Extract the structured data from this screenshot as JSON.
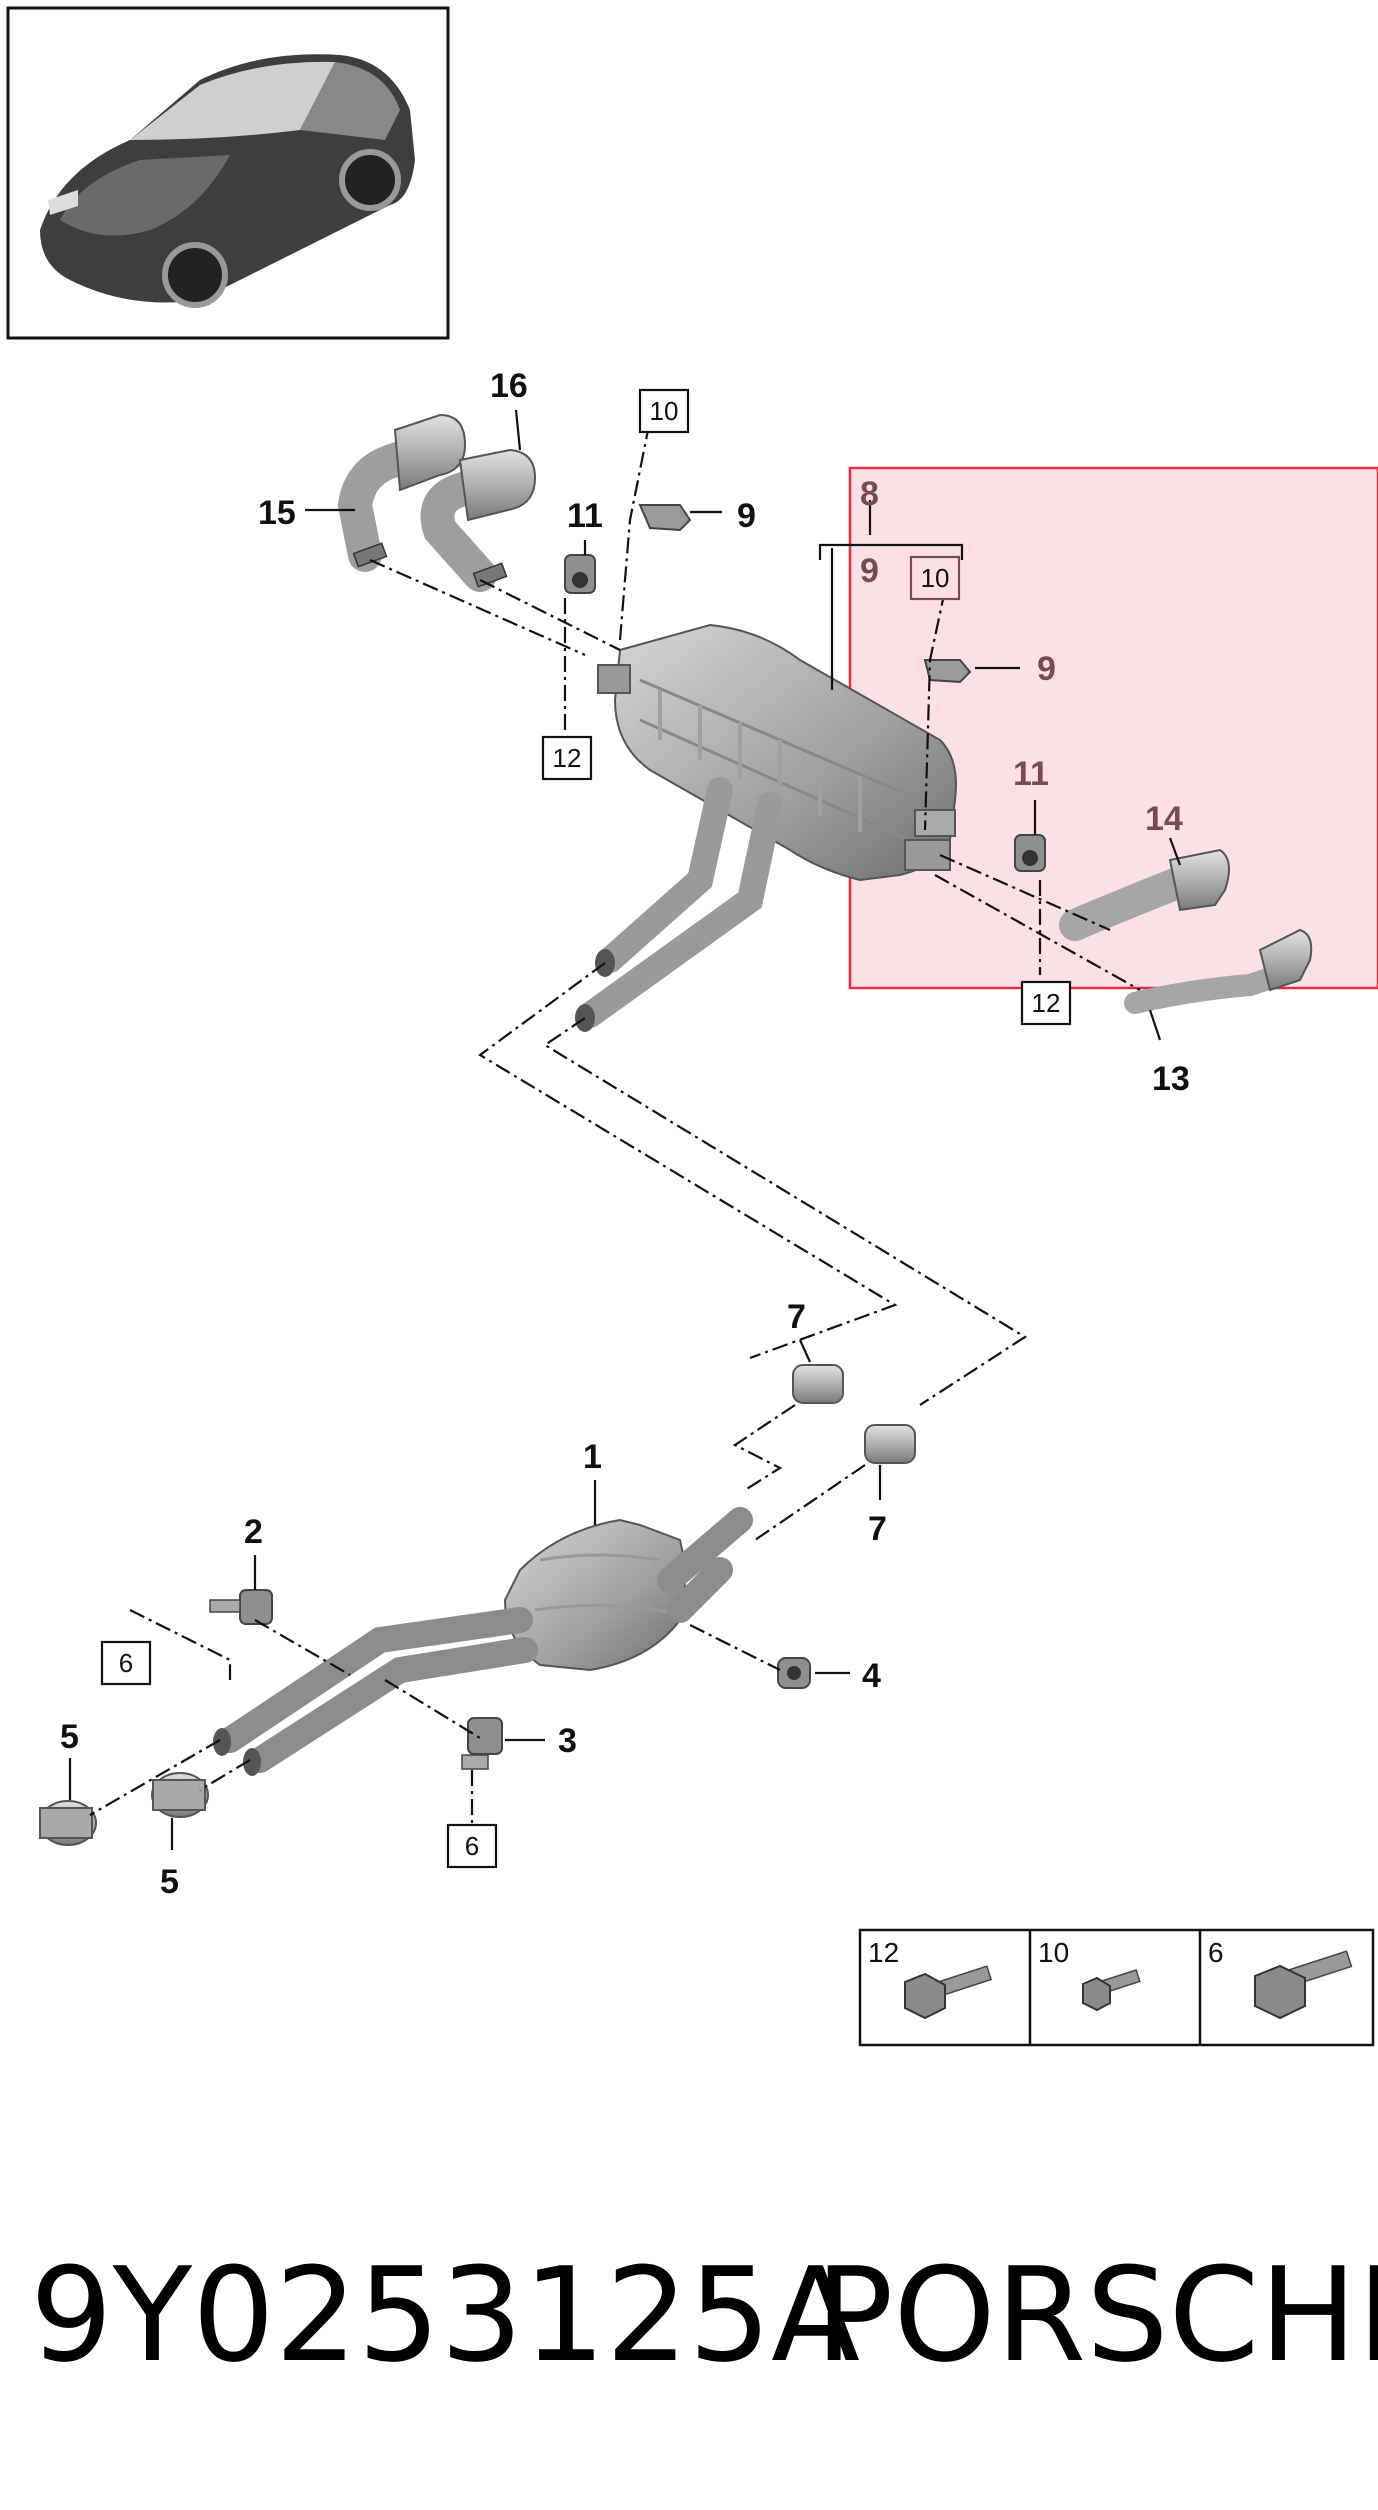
{
  "callouts": {
    "c1": "1",
    "c2": "2",
    "c3": "3",
    "c4": "4",
    "c5a": "5",
    "c5b": "5",
    "c7a": "7",
    "c7b": "7",
    "c8": "8",
    "c9a": "9",
    "c9b": "9",
    "c9c": "9",
    "c11a": "11",
    "c11b": "11",
    "c13": "13",
    "c14": "14",
    "c15": "15",
    "c16": "16"
  },
  "boxed_refs": {
    "b10a": "10",
    "b10b": "10",
    "b12a": "12",
    "b12b": "12",
    "b6a": "6",
    "b6b": "6"
  },
  "legend": {
    "items": [
      {
        "ref": "12",
        "icon": "long-flange-bolt-icon"
      },
      {
        "ref": "10",
        "icon": "short-flange-bolt-icon"
      },
      {
        "ref": "6",
        "icon": "large-flange-bolt-icon"
      }
    ]
  },
  "caption": {
    "part_number": "9Y0253125A",
    "brand": "PORSCHE"
  },
  "colors": {
    "highlight_fill": "#fde0e6",
    "highlight_stroke": "#e0303e",
    "metal": "#b8b8b8",
    "metal_dark": "#6f6f6f",
    "line": "#111111"
  },
  "icons": {
    "thumbnail": "suv-car-icon"
  }
}
